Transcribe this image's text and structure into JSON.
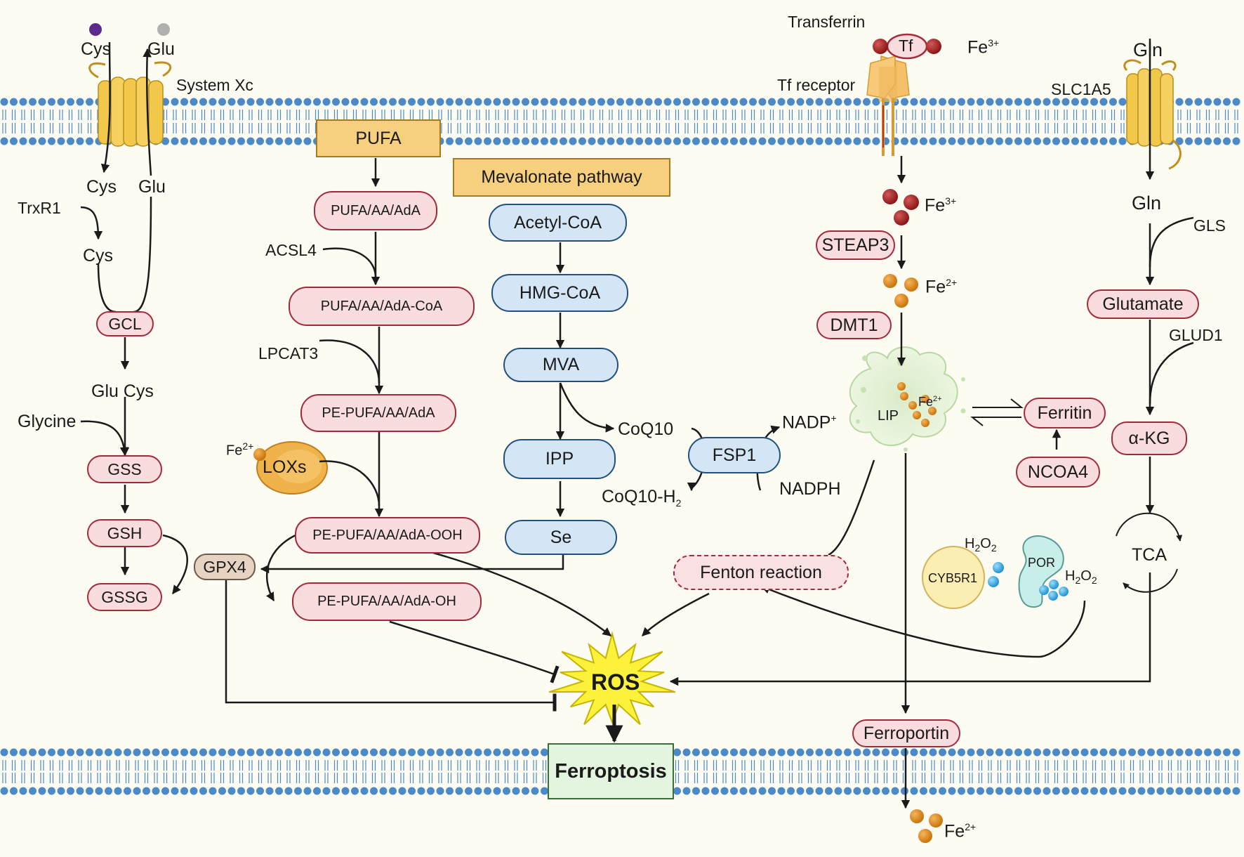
{
  "figure": {
    "membrane_color": "#4b89c7",
    "top_left": {
      "cys_ext": "Cys",
      "glu_ext": "Glu",
      "system_xc": "System Xc",
      "cys_int": "Cys",
      "glu_int": "Glu",
      "trxr1": "TrxR1",
      "cys_reduced": "Cys"
    },
    "gsh_pathway": {
      "gcl": "GCL",
      "glu_cys": "Glu Cys",
      "glycine": "Glycine",
      "gss": "GSS",
      "gsh": "GSH",
      "gssg": "GSSG",
      "gpx4": "GPX4"
    },
    "lipid_pathway": {
      "pufa": "PUFA",
      "pufa_aa_ada": "PUFA/AA/AdA",
      "acsl4": "ACSL4",
      "pufa_coa": "PUFA/AA/AdA-CoA",
      "lpcat3": "LPCAT3",
      "pe_pufa": "PE-PUFA/AA/AdA",
      "fe": "Fe",
      "fe_sup": "2+",
      "loxs": "LOXs",
      "pe_ooh": "PE-PUFA/AA/AdA-OOH",
      "pe_oh": "PE-PUFA/AA/AdA-OH"
    },
    "mevalonate": {
      "title": "Mevalonate pathway",
      "acetyl_coa": "Acetyl-CoA",
      "hmg_coa": "HMG-CoA",
      "mva": "MVA",
      "ipp": "IPP",
      "se": "Se",
      "coq10": "CoQ10",
      "coq10h2": "CoQ10-H",
      "coq10h2_sub": "2",
      "fsp1": "FSP1",
      "nadp": "NADP",
      "nadp_sup": "+",
      "nadph": "NADPH"
    },
    "iron": {
      "transferrin": "Transferrin",
      "tf": "Tf",
      "fe3_top": "Fe",
      "fe3_top_sup": "3+",
      "tf_receptor": "Tf receptor",
      "fe3": "Fe",
      "fe3_sup": "3+",
      "steap3": "STEAP3",
      "fe2": "Fe",
      "fe2_sup": "2+",
      "dmt1": "DMT1",
      "lip": "LIP",
      "lip_fe": "Fe",
      "lip_fe_sup": "2+",
      "ferritin": "Ferritin",
      "ncoa4": "NCOA4",
      "fenton": "Fenton reaction",
      "ferroportin": "Ferroportin",
      "fe2_out": "Fe",
      "fe2_out_sup": "2+"
    },
    "glutamine": {
      "gln_ext": "Gln",
      "slc1a5": "SLC1A5",
      "gln_int": "Gln",
      "gls": "GLS",
      "glutamate": "Glutamate",
      "glud1": "GLUD1",
      "akg": "α-KG",
      "tca": "TCA"
    },
    "ros_module": {
      "h2o2_a": "H",
      "h2o2_a_sub": "2",
      "h2o2_a_end": "O",
      "h2o2_a_sub2": "2",
      "cyb5r1": "CYB5R1",
      "por": "POR",
      "h2o2_b": "H",
      "h2o2_b_sub": "2",
      "h2o2_b_end": "O",
      "h2o2_b_sub2": "2",
      "ros": "ROS",
      "ferroptosis": "Ferroptosis"
    }
  }
}
